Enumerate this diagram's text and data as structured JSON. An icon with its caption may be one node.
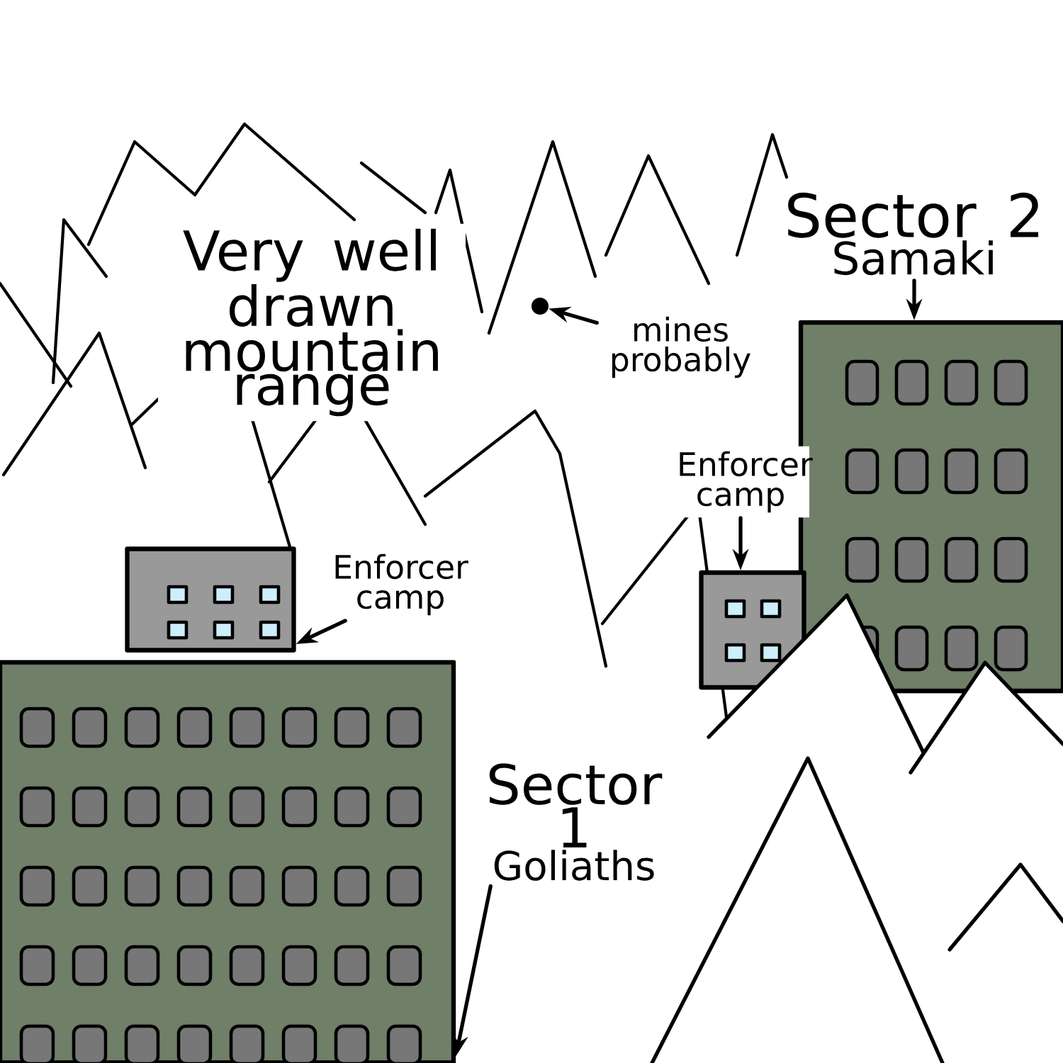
{
  "diagram": {
    "nodes": [
      {
        "text": [],
        "shape": "circle"
      },
      {
        "text": [
          "mines probably"
        ]
      },
      {
        "text": [
          "Sector 2",
          "Samaki"
        ]
      },
      {
        "text": [
          "Enforcer camp"
        ]
      },
      {
        "text": [],
        "shape": "box"
      },
      {
        "text": [
          "Enforcer camp"
        ]
      },
      {
        "text": [],
        "shape": "box"
      },
      {
        "text": [],
        "shape": "box"
      },
      {
        "text": [],
        "shape": "box"
      },
      {
        "text": [
          "Sector 1",
          "Goliaths"
        ]
      }
    ],
    "edges": [
      {
        "from": 1,
        "to": 0,
        "arrow": "to"
      },
      {
        "from": 2,
        "to": 4,
        "arrow": "to"
      },
      {
        "from": 3,
        "to": 7,
        "arrow": "to"
      },
      {
        "from": 5,
        "to": 6,
        "arrow": "to"
      },
      {
        "from": 9,
        "to": 8,
        "arrow": "to"
      }
    ],
    "labels": [
      "Very well drawn mountain range"
    ]
  }
}
